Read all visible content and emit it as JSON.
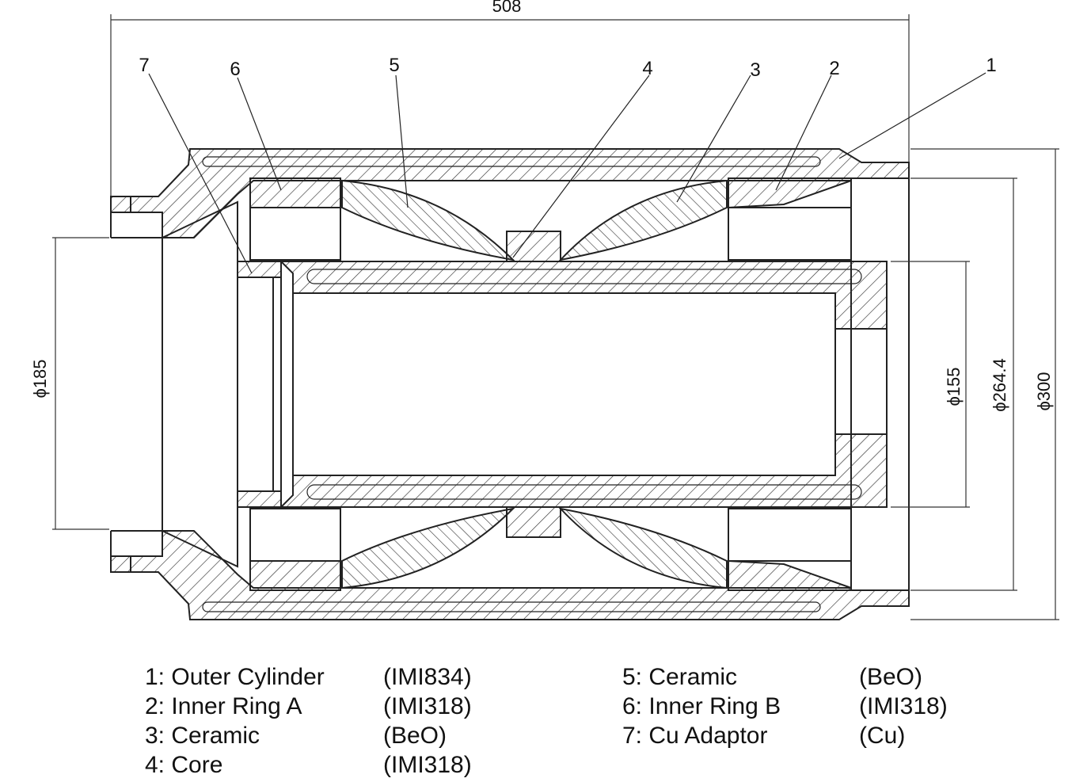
{
  "dimensions": {
    "length": "508",
    "d185": "ϕ185",
    "d155": "ϕ155",
    "d264": "ϕ264.4",
    "d300": "ϕ300"
  },
  "callouts": [
    "1",
    "2",
    "3",
    "4",
    "5",
    "6",
    "7"
  ],
  "legend": {
    "left": [
      {
        "name": "1: Outer Cylinder",
        "material": "(IMI834)"
      },
      {
        "name": "2: Inner Ring A",
        "material": "(IMI318)"
      },
      {
        "name": "3: Ceramic",
        "material": "(BeO)"
      },
      {
        "name": "4: Core",
        "material": "(IMI318)"
      }
    ],
    "right": [
      {
        "name": "5: Ceramic",
        "material": "(BeO)"
      },
      {
        "name": "6: Inner Ring B",
        "material": "(IMI318)"
      },
      {
        "name": "7: Cu Adaptor",
        "material": "(Cu)"
      }
    ]
  }
}
